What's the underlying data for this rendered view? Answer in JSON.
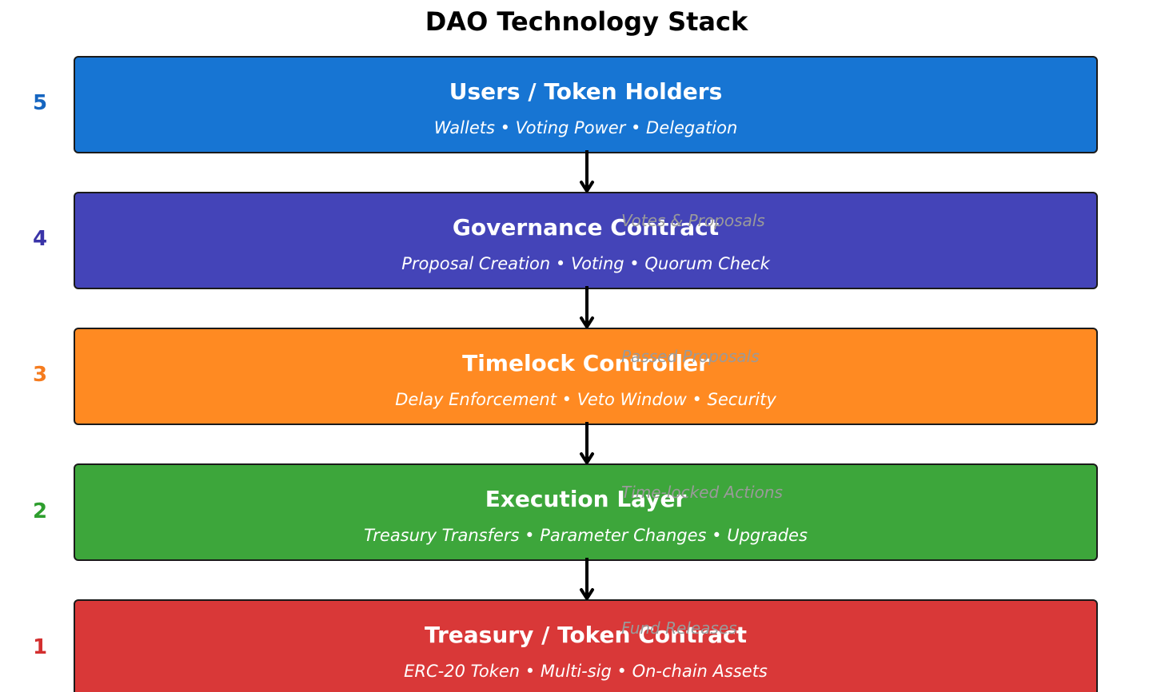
{
  "title": "DAO Technology Stack",
  "layers": [
    {
      "number": "5",
      "name": "Users / Token Holders",
      "features": "Wallets  •  Voting Power  •  Delegation",
      "color": "#1775d3",
      "num_color": "#1565c0"
    },
    {
      "number": "4",
      "name": "Governance Contract",
      "features": "Proposal Creation  •  Voting  •  Quorum Check",
      "color": "#4444b8",
      "num_color": "#3a34a8"
    },
    {
      "number": "3",
      "name": "Timelock Controller",
      "features": "Delay Enforcement  •  Veto Window  •  Security",
      "color": "#ff8a22",
      "num_color": "#f57c1f"
    },
    {
      "number": "2",
      "name": "Execution Layer",
      "features": "Treasury Transfers  •  Parameter Changes  •  Upgrades",
      "color": "#3da63b",
      "num_color": "#2e9e2e"
    },
    {
      "number": "1",
      "name": "Treasury / Token Contract",
      "features": "ERC-20 Token  •  Multi-sig  •  On-chain Assets",
      "color": "#d93838",
      "num_color": "#d32f2f"
    }
  ],
  "flows": [
    {
      "label": "Votes & Proposals"
    },
    {
      "label": "Passed Proposals"
    },
    {
      "label": "Time-locked Actions"
    },
    {
      "label": "Fund Releases"
    }
  ]
}
